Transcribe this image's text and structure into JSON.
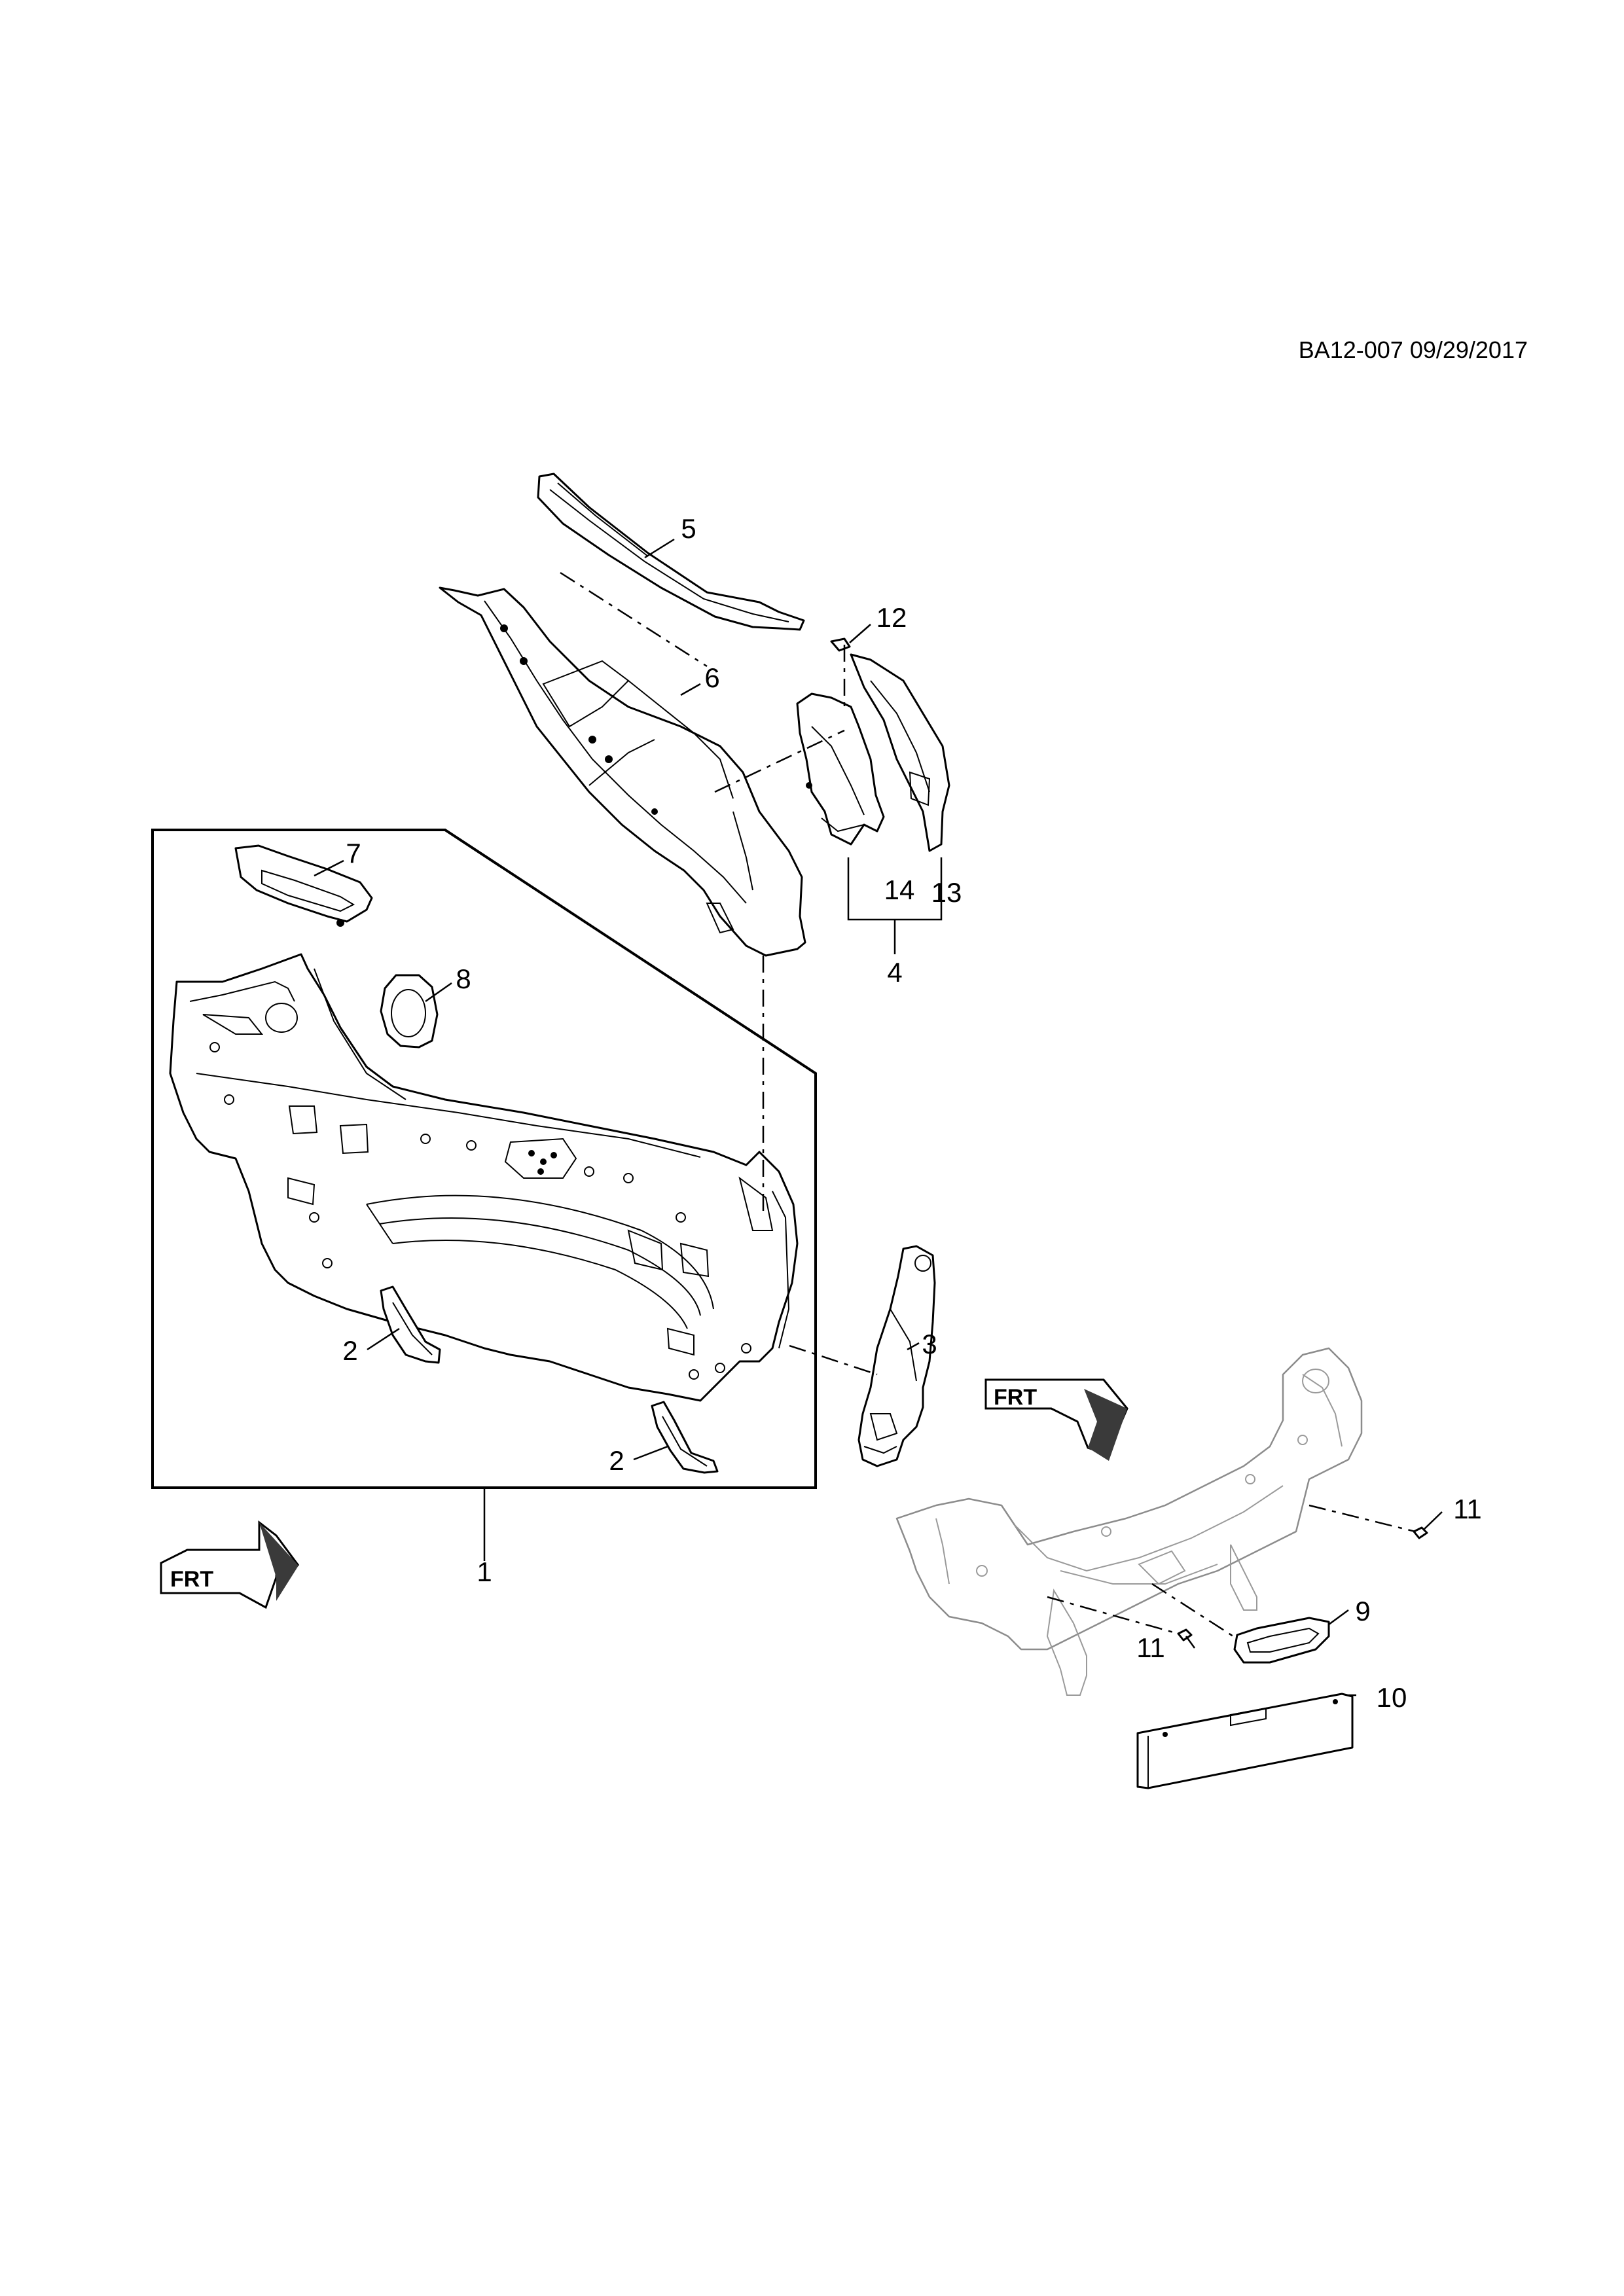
{
  "document_id": "BA12-007 09/29/2017",
  "callouts": [
    "1",
    "2",
    "2",
    "3",
    "4",
    "5",
    "6",
    "7",
    "8",
    "9",
    "10",
    "11",
    "11",
    "12",
    "13",
    "14"
  ],
  "orientation_marker": {
    "text": "FRT",
    "icon": "front-direction-arrow-icon"
  }
}
